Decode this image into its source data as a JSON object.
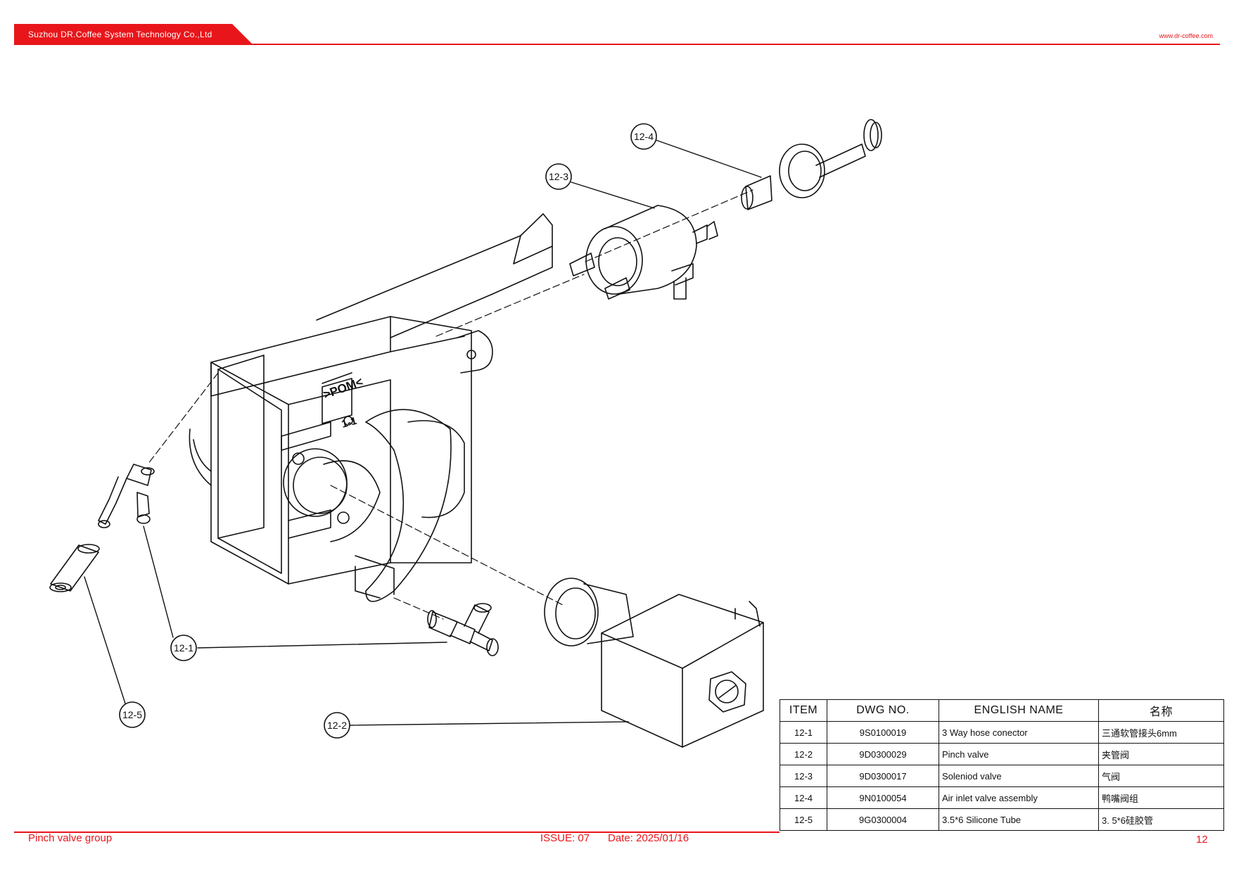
{
  "header": {
    "company": "Suzhou DR.Coffee System Technology Co.,Ltd",
    "website": "www.dr-coffee.com"
  },
  "callouts": {
    "c12_1": "12-1",
    "c12_2": "12-2",
    "c12_3": "12-3",
    "c12_4": "12-4",
    "c12_5": "12-5"
  },
  "drawing": {
    "pom_mark": ">POM<",
    "part_mark": "1-1"
  },
  "table": {
    "headers": {
      "item": "ITEM",
      "dwg": "DWG NO.",
      "english": "ENGLISH NAME",
      "chinese": "名称"
    },
    "rows": [
      {
        "item": "12-1",
        "dwg": "9S0100019",
        "english": "3 Way hose conector",
        "chinese": "三通软管接头6mm"
      },
      {
        "item": "12-2",
        "dwg": "9D0300029",
        "english": "Pinch valve",
        "chinese": "夹管阀"
      },
      {
        "item": "12-3",
        "dwg": "9D0300017",
        "english": "Soleniod valve",
        "chinese": "气阀"
      },
      {
        "item": "12-4",
        "dwg": "9N0100054",
        "english": "Air inlet valve assembly",
        "chinese": "鸭嘴阀组"
      },
      {
        "item": "12-5",
        "dwg": "9G0300004",
        "english": "3.5*6 Silicone Tube",
        "chinese": "3. 5*6硅胶管"
      }
    ]
  },
  "footer": {
    "title": "Pinch valve group",
    "issue": "ISSUE:  07",
    "date": "Date:  2025/01/16",
    "page": "12"
  },
  "colors": {
    "accent": "#e8161b",
    "line": "#111111"
  }
}
